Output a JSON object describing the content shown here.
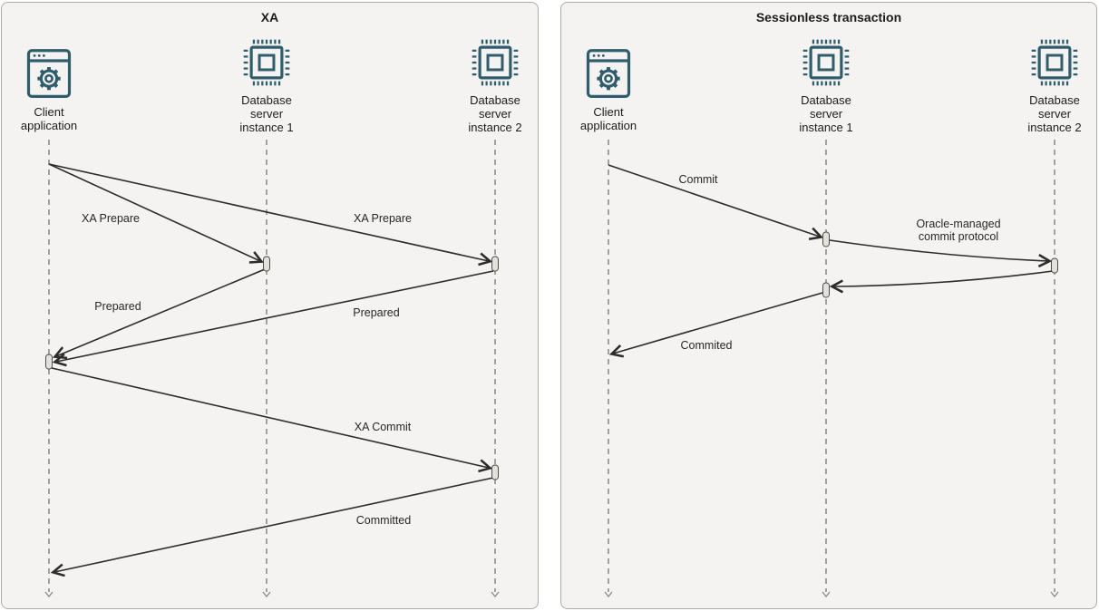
{
  "colors": {
    "panel_background": "#f4f3f1",
    "panel_border": "#aeaaa4",
    "icon_teal": "#305d6c",
    "arrow": "#2e2c2a",
    "lifeline_gray": "#908c87",
    "activation_fill": "#e4e1dc",
    "text": "#1b1b1b"
  },
  "panels": [
    {
      "title": "XA",
      "actors": [
        {
          "name": "Client application",
          "icon": "client-application-icon",
          "label_lines": [
            "Client",
            "application"
          ]
        },
        {
          "name": "Database server instance 1",
          "icon": "database-server-icon",
          "label_lines": [
            "Database",
            "server",
            "instance 1"
          ]
        },
        {
          "name": "Database server instance 2",
          "icon": "database-server-icon",
          "label_lines": [
            "Database",
            "server",
            "instance 2"
          ]
        }
      ],
      "messages": [
        {
          "label": "XA Prepare",
          "from": "Client application",
          "to": "Database server instance 1"
        },
        {
          "label": "XA Prepare",
          "from": "Client application",
          "to": "Database server instance 2"
        },
        {
          "label": "Prepared",
          "from": "Database server instance 1",
          "to": "Client application"
        },
        {
          "label": "Prepared",
          "from": "Database server instance 2",
          "to": "Client application"
        },
        {
          "label": "XA Commit",
          "from": "Client application",
          "to": "Database server instance 2"
        },
        {
          "label": "Committed",
          "from": "Database server instance 2",
          "to": "Client application"
        }
      ]
    },
    {
      "title": "Sessionless transaction",
      "actors": [
        {
          "name": "Client application",
          "icon": "client-application-icon",
          "label_lines": [
            "Client",
            "application"
          ]
        },
        {
          "name": "Database server instance 1",
          "icon": "database-server-icon",
          "label_lines": [
            "Database",
            "server",
            "instance 1"
          ]
        },
        {
          "name": "Database server instance 2",
          "icon": "database-server-icon",
          "label_lines": [
            "Database",
            "server",
            "instance 2"
          ]
        }
      ],
      "messages": [
        {
          "label": "Commit",
          "from": "Client application",
          "to": "Database server instance 1"
        },
        {
          "label": "Oracle-managed commit protocol",
          "label_lines": [
            "Oracle-managed",
            "commit protocol"
          ],
          "from": "Database server instance 1",
          "to": "Database server instance 2"
        },
        {
          "label": "",
          "from": "Database server instance 2",
          "to": "Database server instance 1"
        },
        {
          "label": "Commited",
          "from": "Database server instance 1",
          "to": "Client application"
        }
      ]
    }
  ]
}
